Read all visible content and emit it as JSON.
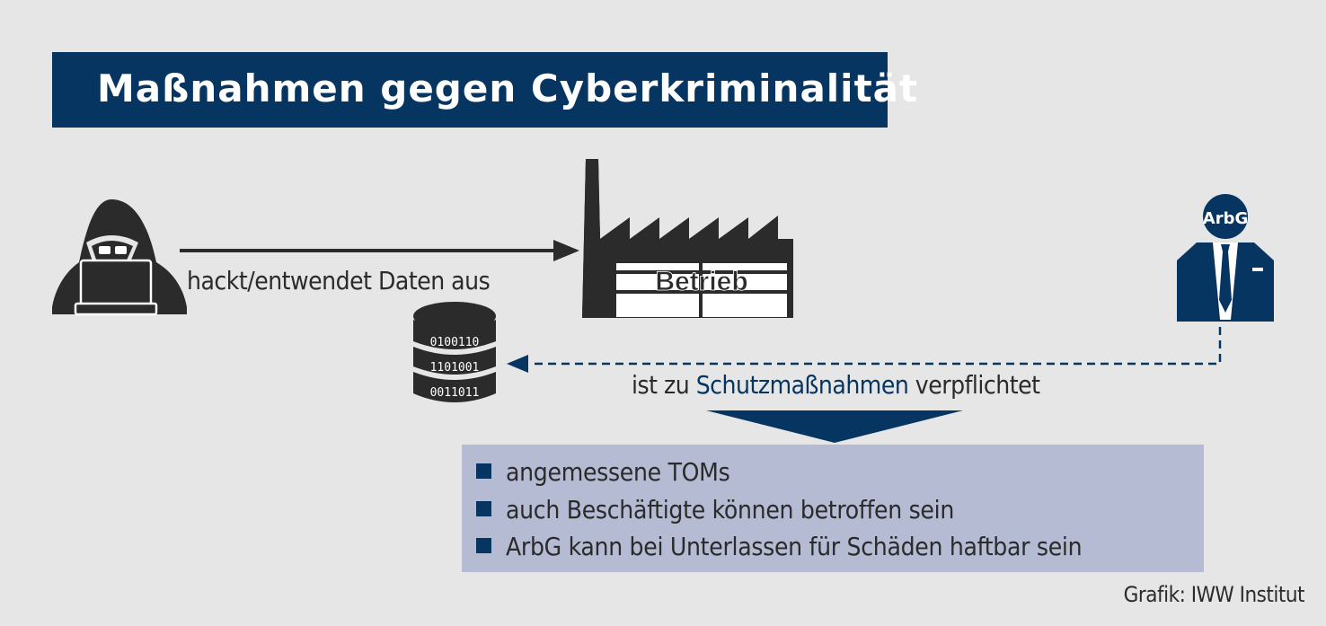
{
  "title": "Maßnahmen gegen Cyberkriminalität",
  "hacker": {
    "icon": "hacker-icon"
  },
  "action_label": "hackt/entwendet Daten aus",
  "database": {
    "icon": "database-icon",
    "rows": [
      "0100110",
      "1101001",
      "0011011"
    ]
  },
  "factory": {
    "icon": "factory-icon",
    "label": "Betrieb"
  },
  "employer": {
    "icon": "employer-icon",
    "label": "ArbG"
  },
  "duty_label": {
    "before": "ist zu ",
    "highlight": "Schutzmaßnahmen",
    "after": " verpflichtet"
  },
  "measures": [
    "angemessene TOMs",
    "auch Beschäftigte können betroffen sein",
    "ArbG kann bei Unterlassen für Schäden haftbar sein"
  ],
  "credit": "Grafik: IWW Institut",
  "colors": {
    "navy": "#063561",
    "dark": "#2b2b2b",
    "background": "#e6e6e6",
    "list_box": "#b5bbd3"
  }
}
